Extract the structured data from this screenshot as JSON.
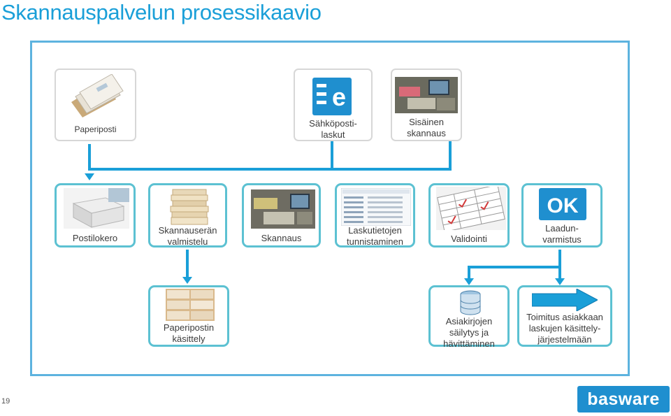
{
  "title": "Skannauspalvelun prosessikaavio",
  "page_number": "19",
  "logo_text": "basware",
  "row1": [
    {
      "label": "Paperiposti",
      "icon": "envelopes-icon"
    },
    {
      "label": "Sähköposti-\nlaskut",
      "icon": "e-mail-icon"
    },
    {
      "label": "Sisäinen\nskannaus",
      "icon": "office-scanning-photo-icon"
    }
  ],
  "row2": [
    {
      "label": "Postilokero",
      "icon": "mailbox-icon"
    },
    {
      "label": "Skannauserän\nvalmistelu",
      "icon": "paper-stack-icon"
    },
    {
      "label": "Skannaus",
      "icon": "scanning-photo-icon"
    },
    {
      "label": "Laskutietojen\ntunnistaminen",
      "icon": "spreadsheet-icon"
    },
    {
      "label": "Validointi",
      "icon": "checked-form-icon"
    },
    {
      "label": "Laadun-\nvarmistus",
      "icon": "ok-icon"
    }
  ],
  "row3": [
    {
      "label": "Paperipostin\nkäsittely",
      "icon": "shelves-icon"
    },
    {
      "label": "Asiakirjojen\nsäilytys ja\nhävittäminen",
      "icon": "database-icon"
    },
    {
      "label": "Toimitus asiakkaan\nlaskujen käsittely-\njärjestelmään",
      "icon": "arrow-right-icon"
    }
  ],
  "colors": {
    "accent": "#1a9fd8",
    "node_border": "#5cc1d2",
    "logo_bg": "#1f8fcf"
  }
}
